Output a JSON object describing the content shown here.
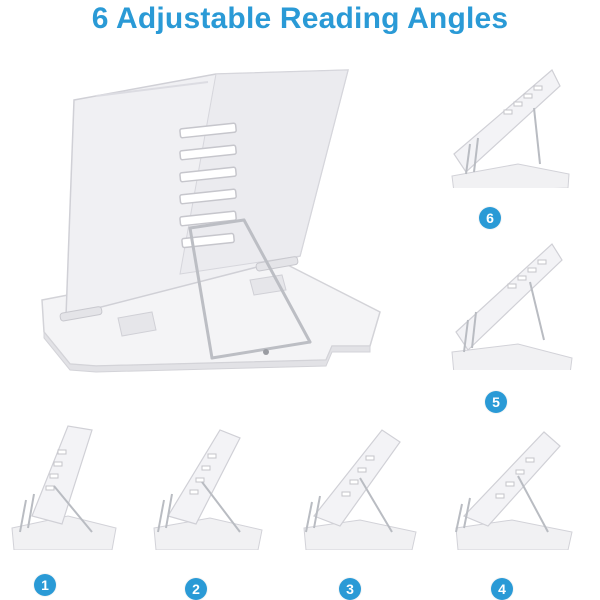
{
  "title": "6 Adjustable Reading Angles",
  "badges": {
    "b1": "1",
    "b2": "2",
    "b3": "3",
    "b4": "4",
    "b5": "5",
    "b6": "6"
  },
  "colors": {
    "accent": "#2a9ad6",
    "stand": "#f1f1f3",
    "stand_edge": "#d4d4d8",
    "wire": "#b9bcc2"
  }
}
